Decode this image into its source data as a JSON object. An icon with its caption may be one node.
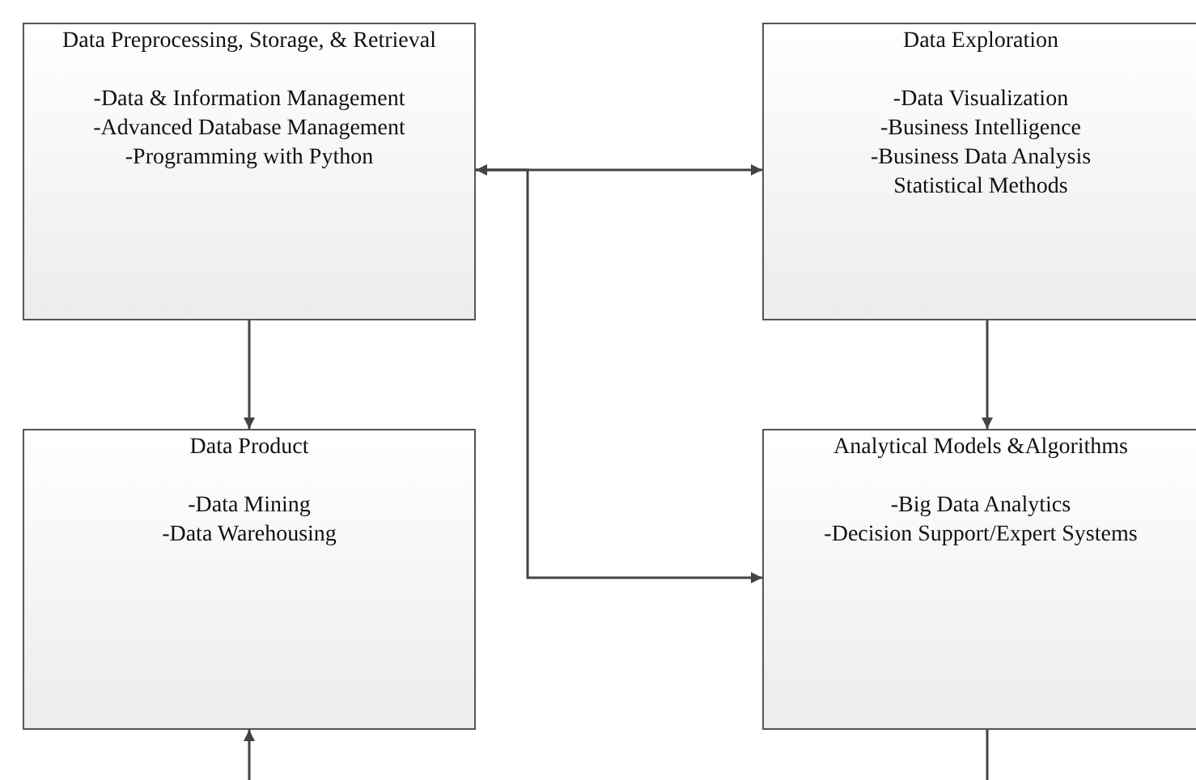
{
  "diagram": {
    "nodes": [
      {
        "text": [
          "Data Preprocessing, Storage, & Retrieval",
          "-Data & Information Management",
          "-Advanced Database Management",
          "-Programming with Python"
        ]
      },
      {
        "text": [
          "Data Exploration",
          "-Data Visualization",
          "-Business Intelligence",
          "-Business Data Analysis",
          "Statistical Methods"
        ]
      },
      {
        "text": [
          "Data Product",
          "-Data Mining",
          "-Data Warehousing"
        ]
      },
      {
        "text": [
          "Analytical Models &Algorithms",
          "-Big Data Analytics",
          "-Decision Support/Expert Systems"
        ]
      }
    ],
    "edges": [
      {
        "from": 0,
        "to": 2,
        "arrow": "to"
      },
      {
        "from": 0,
        "to": 1,
        "arrow": "both"
      },
      {
        "from": 0,
        "to": 3,
        "arrow": "to"
      },
      {
        "from": 1,
        "to": 3,
        "arrow": "to"
      },
      {
        "from": null,
        "to": 2,
        "arrow": "to"
      },
      {
        "from": 3,
        "to": null,
        "arrow": "none"
      }
    ]
  }
}
